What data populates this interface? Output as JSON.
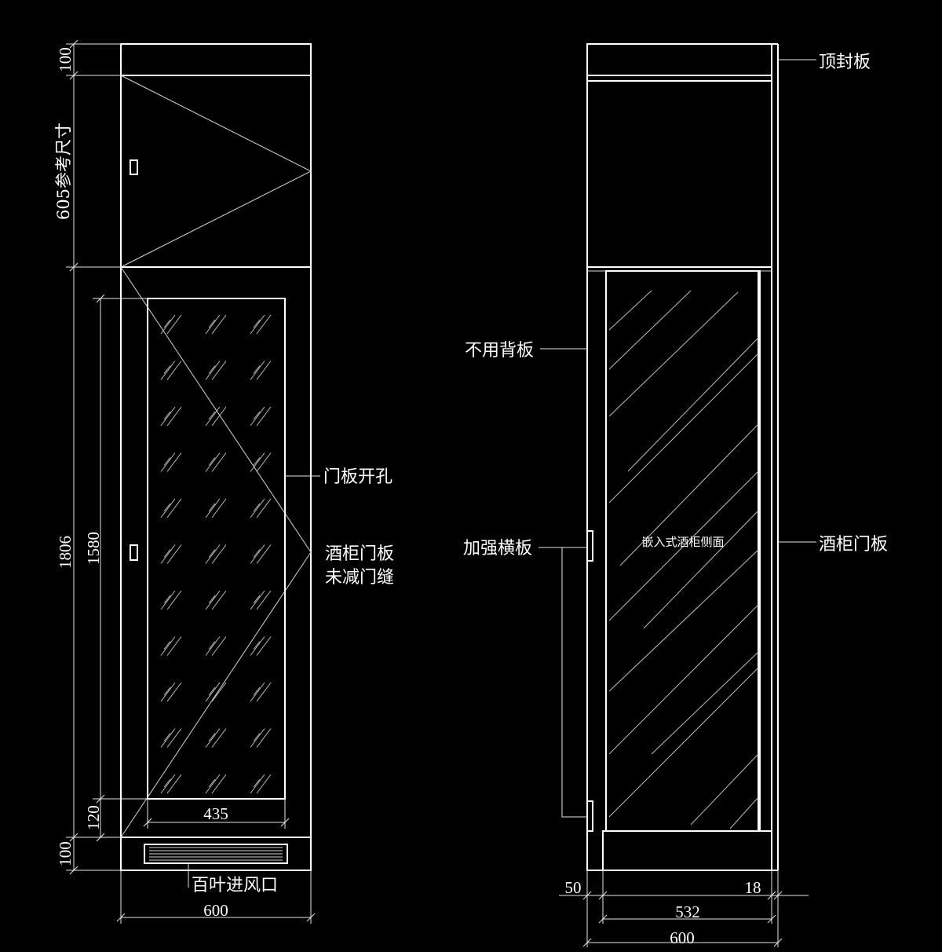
{
  "front_view": {
    "dims": {
      "top_panel": "100",
      "upper_reference": "605参考尺寸",
      "total_height": "1806",
      "door_height": "1580",
      "bottom_gap": "120",
      "base": "100",
      "door_width": "435",
      "total_width": "600"
    },
    "labels": {
      "door_hole": "门板开孔",
      "wine_door_line1": "酒柜门板",
      "wine_door_line2": "未减门缝",
      "louver": "百叶进风口"
    }
  },
  "side_view": {
    "labels": {
      "top_seal": "顶封板",
      "no_back_panel": "不用背板",
      "reinforce_board": "加强横板",
      "embedded_side": "嵌入式酒柜侧面",
      "wine_door": "酒柜门板"
    },
    "dims": {
      "left_offset": "50",
      "right_offset": "18",
      "inner_width": "532",
      "total_width": "600"
    }
  }
}
